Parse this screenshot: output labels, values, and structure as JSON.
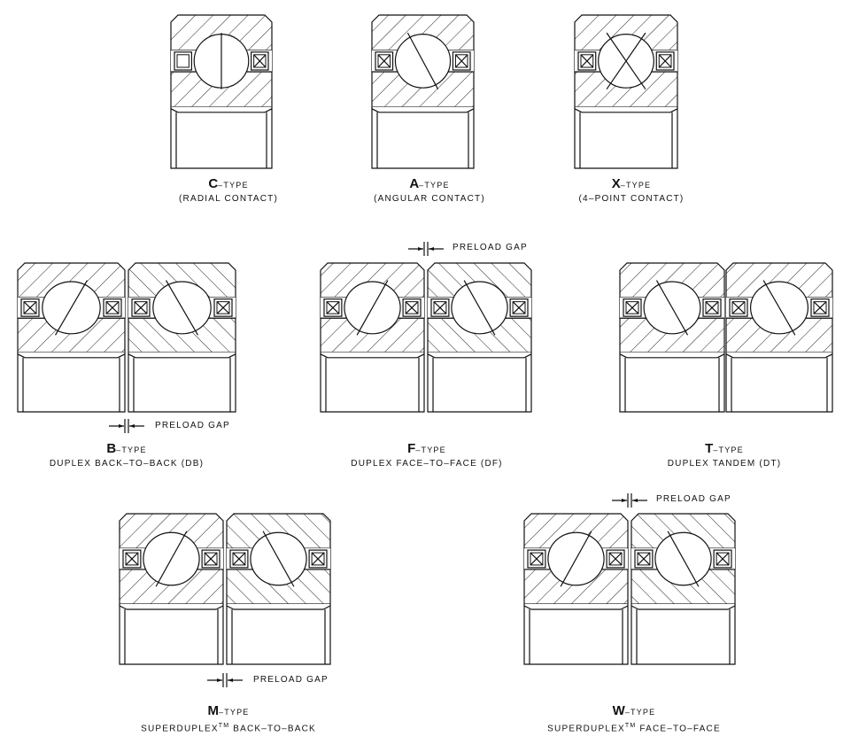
{
  "diagram_title": "",
  "preload_gap_label": "PRELOAD GAP",
  "bearings": {
    "c": {
      "letter": "C",
      "suffix": "–TYPE",
      "desc": "(RADIAL CONTACT)"
    },
    "a": {
      "letter": "A",
      "suffix": "–TYPE",
      "desc": "(ANGULAR CONTACT)"
    },
    "x": {
      "letter": "X",
      "suffix": "–TYPE",
      "desc": "(4–POINT CONTACT)"
    },
    "b": {
      "letter": "B",
      "suffix": "–TYPE",
      "desc": "DUPLEX BACK–TO–BACK (DB)"
    },
    "f": {
      "letter": "F",
      "suffix": "–TYPE",
      "desc": "DUPLEX FACE–TO–FACE (DF)"
    },
    "t": {
      "letter": "T",
      "suffix": "–TYPE",
      "desc": "DUPLEX TANDEM (DT)"
    },
    "m": {
      "letter": "M",
      "suffix": "–TYPE",
      "desc_pre": "SUPERDUPLEX",
      "tm": "TM",
      "desc_post": " BACK–TO–BACK"
    },
    "w": {
      "letter": "W",
      "suffix": "–TYPE",
      "desc_pre": "SUPERDUPLEX",
      "tm": "TM",
      "desc_post": " FACE–TO–FACE"
    }
  }
}
